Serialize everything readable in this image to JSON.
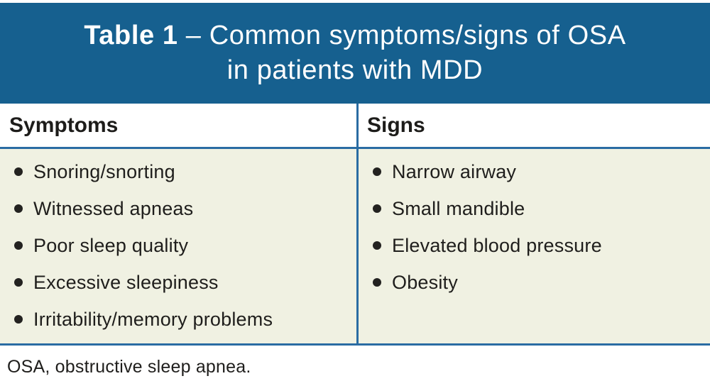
{
  "table": {
    "title": {
      "label": "Table 1",
      "rest": " – Common symptoms/signs of OSA",
      "line2": "in patients with MDD"
    },
    "columns": [
      {
        "header": "Symptoms",
        "items": [
          "Snoring/snorting",
          "Witnessed apneas",
          "Poor sleep quality",
          "Excessive sleepiness",
          "Irritability/memory problems"
        ]
      },
      {
        "header": "Signs",
        "items": [
          "Narrow airway",
          "Small mandible",
          "Elevated blood pressure",
          "Obesity"
        ]
      }
    ],
    "footnote": "OSA, obstructive sleep apnea."
  },
  "colors": {
    "banner_background": "#16608f",
    "banner_text": "#ffffff",
    "rule_blue": "#2a6ca3",
    "body_background": "#f0f1e2",
    "text": "#1f1e1c"
  }
}
